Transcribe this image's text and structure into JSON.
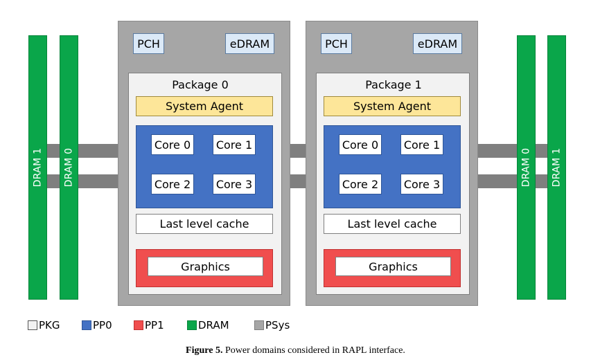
{
  "colors": {
    "pkg": "#f2f2f2",
    "pp0": "#4472c4",
    "pp1": "#f04e4e",
    "dram": "#0aa64a",
    "psys": "#a6a6a6",
    "system_agent": "#fde699",
    "pch": "#dbe9f7"
  },
  "left_dram": [
    "DRAM 1",
    "DRAM 0"
  ],
  "right_dram": [
    "DRAM 0",
    "DRAM 1"
  ],
  "packages": [
    {
      "pch": "PCH",
      "edram": "eDRAM",
      "title": "Package 0",
      "system_agent": "System Agent",
      "cores": [
        "Core 0",
        "Core 1",
        "Core 2",
        "Core 3"
      ],
      "llc": "Last level cache",
      "graphics": "Graphics"
    },
    {
      "pch": "PCH",
      "edram": "eDRAM",
      "title": "Package 1",
      "system_agent": "System Agent",
      "cores": [
        "Core 0",
        "Core 1",
        "Core 2",
        "Core 3"
      ],
      "llc": "Last level cache",
      "graphics": "Graphics"
    }
  ],
  "legend": [
    {
      "label": "PKG",
      "color": "#f2f2f2"
    },
    {
      "label": "PP0",
      "color": "#4472c4"
    },
    {
      "label": "PP1",
      "color": "#f04e4e"
    },
    {
      "label": "DRAM",
      "color": "#0aa64a"
    },
    {
      "label": "PSys",
      "color": "#a6a6a6"
    }
  ],
  "caption": {
    "label": "Figure 5.",
    "text": " Power domains considered in RAPL interface."
  }
}
